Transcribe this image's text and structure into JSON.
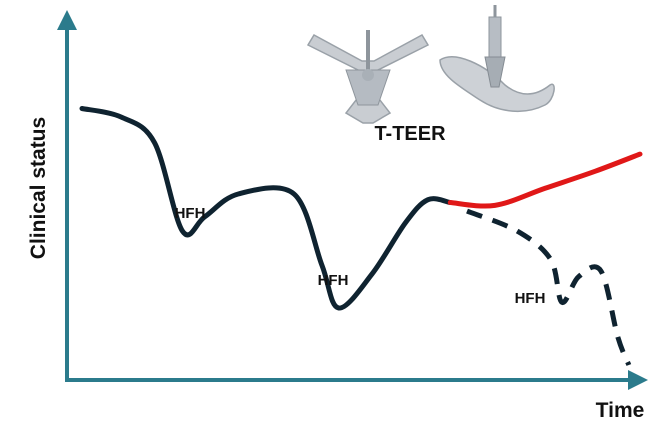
{
  "chart_data": {
    "type": "line",
    "xlabel": "Time",
    "ylabel": "Clinical status",
    "grid": false,
    "legend": "none",
    "procedure_label": "T-TEER",
    "annotations": [
      "HFH",
      "HFH",
      "HFH"
    ],
    "series": [
      {
        "style": "solid",
        "color": "#0f2330",
        "points": [
          [
            0,
            0.9
          ],
          [
            0.07,
            0.87
          ],
          [
            0.13,
            0.78
          ],
          [
            0.18,
            0.47
          ],
          [
            0.22,
            0.52
          ],
          [
            0.28,
            0.6
          ],
          [
            0.38,
            0.6
          ],
          [
            0.43,
            0.35
          ],
          [
            0.46,
            0.2
          ],
          [
            0.52,
            0.32
          ],
          [
            0.58,
            0.5
          ],
          [
            0.62,
            0.58
          ],
          [
            0.66,
            0.57
          ]
        ]
      },
      {
        "style": "solid",
        "color": "#e01818",
        "points": [
          [
            0.66,
            0.57
          ],
          [
            0.74,
            0.56
          ],
          [
            0.83,
            0.62
          ],
          [
            0.92,
            0.68
          ],
          [
            1.0,
            0.74
          ]
        ]
      },
      {
        "style": "dashed",
        "color": "#0f2330",
        "points": [
          [
            0.69,
            0.54
          ],
          [
            0.78,
            0.47
          ],
          [
            0.84,
            0.37
          ],
          [
            0.86,
            0.22
          ],
          [
            0.89,
            0.31
          ],
          [
            0.93,
            0.33
          ],
          [
            0.96,
            0.1
          ],
          [
            0.98,
            0.0
          ]
        ]
      }
    ],
    "colors": {
      "axis": "#2b7b8c",
      "curve": "#0f2330",
      "post_treatment_improved": "#e01818"
    }
  },
  "icons": {
    "device_left": "clip-device-icon",
    "device_right": "clip-delivery-device-icon"
  }
}
